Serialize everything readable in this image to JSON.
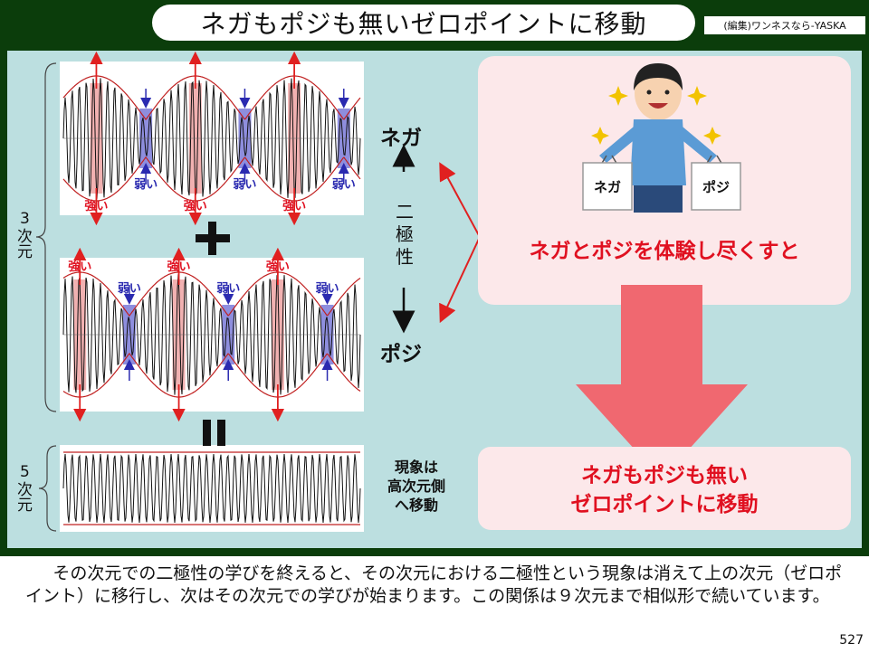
{
  "header": {
    "title": "ネガもポジも無いゼロポイントに移動",
    "credit": "(編集)ワンネスなら-YASKA"
  },
  "left": {
    "dim3_num": "3",
    "dim3_text": "次元",
    "dim5_num": "5",
    "dim5_text": "次元",
    "weak": "弱い",
    "strong": "強い",
    "plus": "+",
    "equals": "=",
    "phenomenon": [
      "現象は",
      "高次元側",
      "へ移動"
    ]
  },
  "polarity": {
    "nega": "ネガ",
    "poji": "ポジ",
    "dipole": [
      "二",
      "極",
      "性"
    ]
  },
  "right": {
    "bag_left": "ネガ",
    "bag_right": "ポジ",
    "experience_text": "ネガとポジを体験し尽くすと",
    "result_line1": "ネガもポジも無い",
    "result_line2": "ゼロポイントに移動"
  },
  "description": "その次元での二極性の学びを終えると、その次元における二極性という現象は消えて上の次元（ゼロポイント）に移行し、次はその次元での学びが始まります。この関係は９次元まで相似形で続いています。",
  "page_number": "527",
  "colors": {
    "header_bg": "#0b3d0b",
    "panel_bg": "#bcdfe0",
    "arrow_red": "#e02020",
    "box_pink": "#fce8ea",
    "big_arrow": "#f06870",
    "text_red": "#e01020",
    "weak_blue": "#2a2ab0"
  }
}
